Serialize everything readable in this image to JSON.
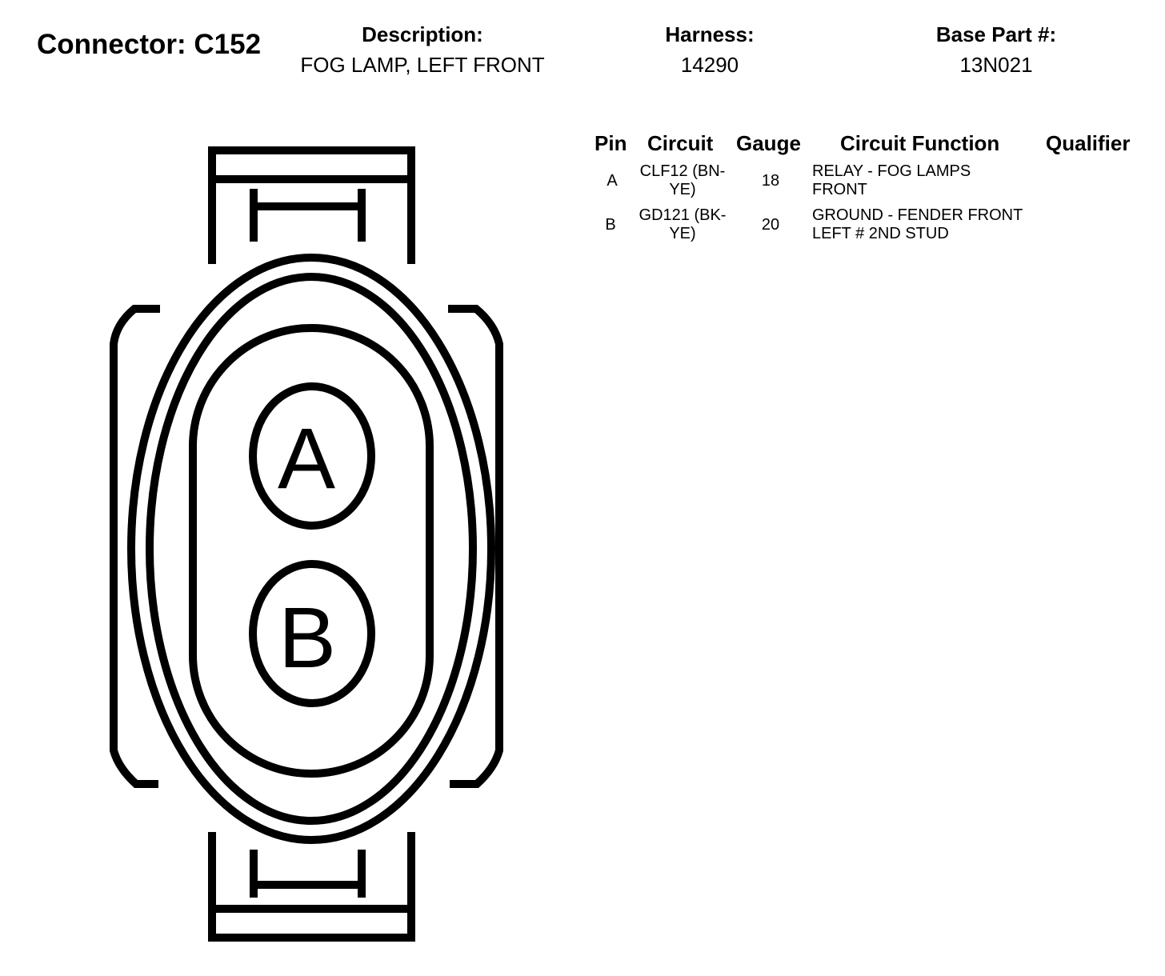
{
  "connector": {
    "label": "Connector: C152"
  },
  "header": {
    "description": {
      "label": "Description:",
      "value": "FOG LAMP, LEFT FRONT"
    },
    "harness": {
      "label": "Harness:",
      "value": "14290"
    },
    "base_part": {
      "label": "Base Part #:",
      "value": "13N021"
    }
  },
  "table": {
    "columns": [
      "Pin",
      "Circuit",
      "Gauge",
      "Circuit Function",
      "Qualifier"
    ],
    "rows": [
      {
        "pin": "A",
        "circuit_line1": "CLF12 (BN-",
        "circuit_line2": "YE)",
        "gauge": "18",
        "function_line1": "RELAY - FOG LAMPS",
        "function_line2": "FRONT",
        "qualifier": ""
      },
      {
        "pin": "B",
        "circuit_line1": "GD121 (BK-",
        "circuit_line2": "YE)",
        "gauge": "20",
        "function_line1": "GROUND - FENDER FRONT",
        "function_line2": "LEFT # 2ND STUD",
        "qualifier": ""
      }
    ]
  },
  "diagram": {
    "pin_a_label": "A",
    "pin_b_label": "B"
  }
}
